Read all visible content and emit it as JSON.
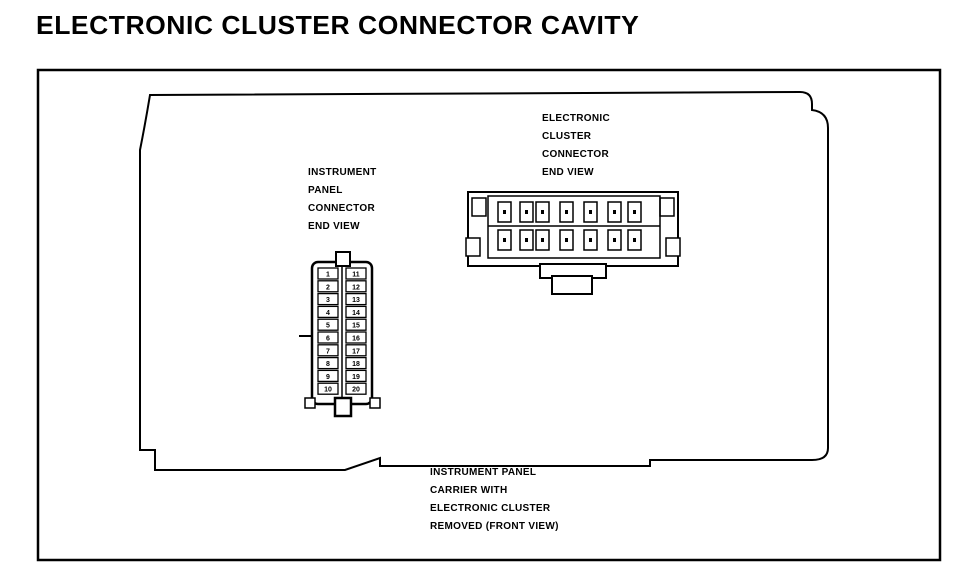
{
  "title": "ELECTRONIC CLUSTER CONNECTOR CAVITY",
  "instrument_panel_connector_label": [
    "INSTRUMENT",
    "PANEL",
    "CONNECTOR",
    "END VIEW"
  ],
  "electronic_cluster_connector_label": [
    "ELECTRONIC",
    "CLUSTER",
    "CONNECTOR",
    "END VIEW"
  ],
  "carrier_label": [
    "INSTRUMENT PANEL",
    "CARRIER WITH",
    "ELECTRONIC CLUSTER",
    "REMOVED (FRONT VIEW)"
  ],
  "connector_pins": {
    "left_column": [
      "1",
      "2",
      "3",
      "4",
      "5",
      "6",
      "7",
      "8",
      "9",
      "10"
    ],
    "right_column": [
      "11",
      "12",
      "13",
      "14",
      "15",
      "16",
      "17",
      "18",
      "19",
      "20"
    ]
  }
}
